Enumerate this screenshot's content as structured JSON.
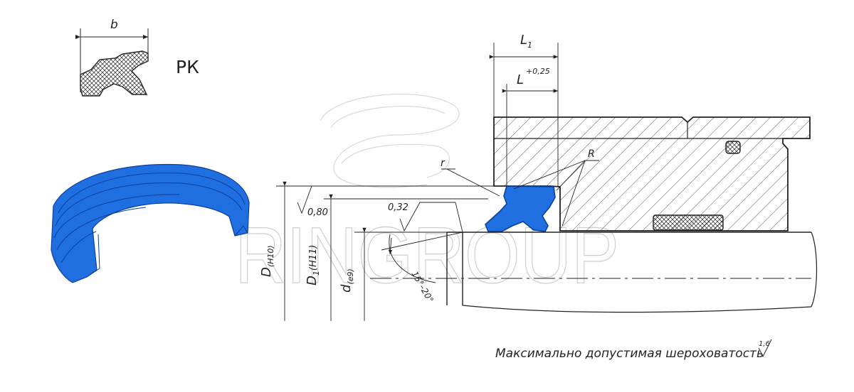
{
  "profile": {
    "code": "РК",
    "dim_width": "b"
  },
  "watermark": {
    "text": "RINGROUP"
  },
  "drawing": {
    "dim_L1": "L",
    "dim_L1_sub": "1",
    "dim_L": "L",
    "dim_L_tol": "+0,25",
    "label_r": "r",
    "label_R": "R",
    "rough_080": "0,80",
    "rough_032": "0,32",
    "dia_D": "D",
    "dia_D_fit": "(H10)",
    "dia_D1": "D",
    "dia_D1_sub": "1",
    "dia_D1_fit": "(H11)",
    "dia_d": "d",
    "dia_d_fit": "(e9)",
    "chamfer_angle": "15°–20°"
  },
  "footer": {
    "roughness_note": "Максимально допустимая шероховатость",
    "roughness_value": "1,6"
  },
  "colors": {
    "seal_blue": "#1f6fe0",
    "seal_dark": "#0d3f9c",
    "line": "#222222",
    "watermark": "#cfcfcf"
  }
}
